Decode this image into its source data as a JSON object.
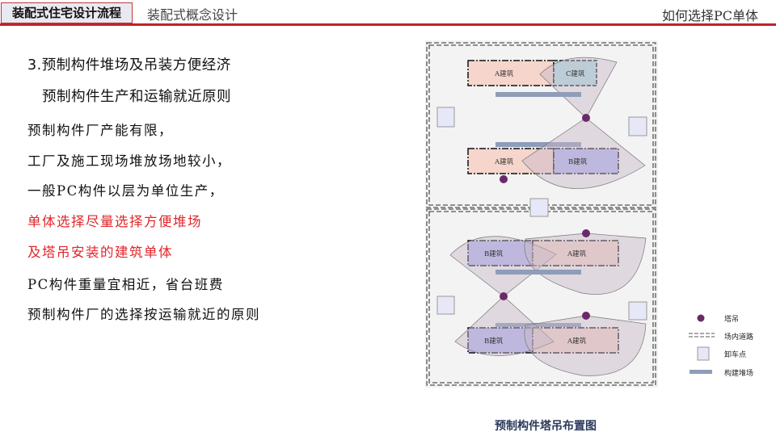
{
  "header": {
    "tab_label": "装配式住宅设计流程",
    "section": "装配式概念设计",
    "topic": "如何选择PC单体"
  },
  "content": {
    "heading1": "3.预制构件堆场及吊装方便经济",
    "heading2": "预制构件生产和运输就近原则",
    "lines": [
      {
        "text": "预制构件厂产能有限，",
        "highlight": false
      },
      {
        "text": "工厂及施工现场堆放场地较小，",
        "highlight": false
      },
      {
        "text": "一般PC构件以层为单位生产，",
        "highlight": false
      },
      {
        "text": "单体选择尽量选择方便堆场",
        "highlight": true
      },
      {
        "text": "及塔吊安装的建筑单体",
        "highlight": true
      },
      {
        "text": "PC构件重量宜相近，省台班费",
        "highlight": false
      },
      {
        "text": "预制构件厂的选择按运输就近的原则",
        "highlight": false
      }
    ]
  },
  "diagram": {
    "caption": "预制构件塔吊布置图",
    "buildings": {
      "a": "A建筑",
      "b": "B建筑",
      "c": "C建筑"
    },
    "legend": [
      {
        "icon": "tower-crane-icon",
        "label": "塔吊"
      },
      {
        "icon": "site-road-icon",
        "label": "场内道路"
      },
      {
        "icon": "unloading-point-icon",
        "label": "卸车点"
      },
      {
        "icon": "stockyard-icon",
        "label": "构建堆场"
      }
    ],
    "colors": {
      "a": "#f5d5cc",
      "b": "#b9b9f0",
      "c": "#b5dfe3",
      "crane": "#6a2a6a",
      "stock": "#8e9db8",
      "sector": "#d8cfd8"
    }
  }
}
